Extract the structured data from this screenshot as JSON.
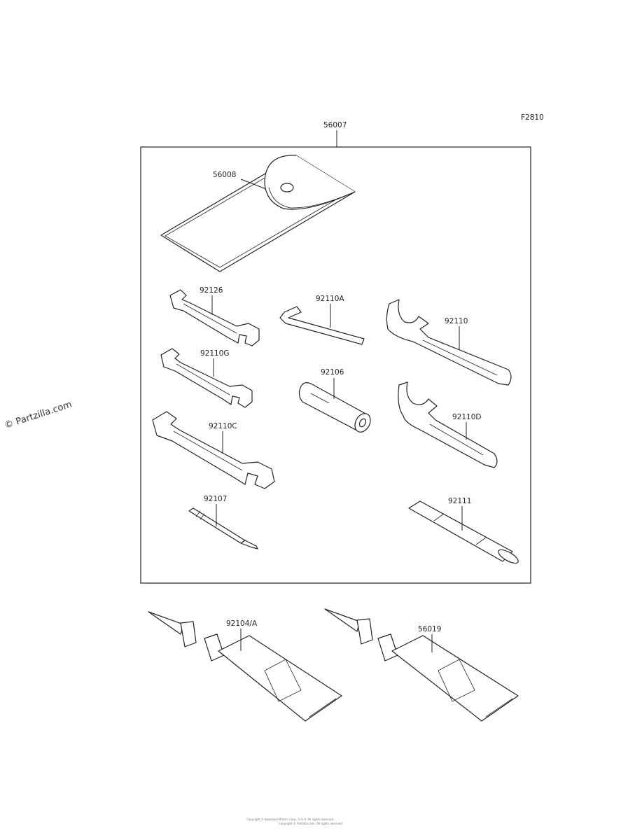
{
  "figure_code": "F2810",
  "watermark": "© Partzilla.com",
  "kit": {
    "number": "56007"
  },
  "parts": [
    {
      "id": "pouch",
      "number": "56008"
    },
    {
      "id": "wrench-a",
      "number": "92126"
    },
    {
      "id": "wrench-b",
      "number": "92110G"
    },
    {
      "id": "wrench-c",
      "number": "92110C"
    },
    {
      "id": "screwdriver",
      "number": "92107"
    },
    {
      "id": "hex-key",
      "number": "92110A"
    },
    {
      "id": "socket",
      "number": "92106"
    },
    {
      "id": "spanner-a",
      "number": "92110"
    },
    {
      "id": "spanner-b",
      "number": "92110D"
    },
    {
      "id": "handle",
      "number": "92111"
    },
    {
      "id": "grease-tube-a",
      "number": "92104/A"
    },
    {
      "id": "grease-tube-b",
      "number": "56019"
    }
  ],
  "footer": {
    "line1": "Copyright © Kawasaki Motors Corp., U.S.A. All rights reserved.",
    "line2": "Copyright © Partzilla.com. All rights reserved."
  }
}
